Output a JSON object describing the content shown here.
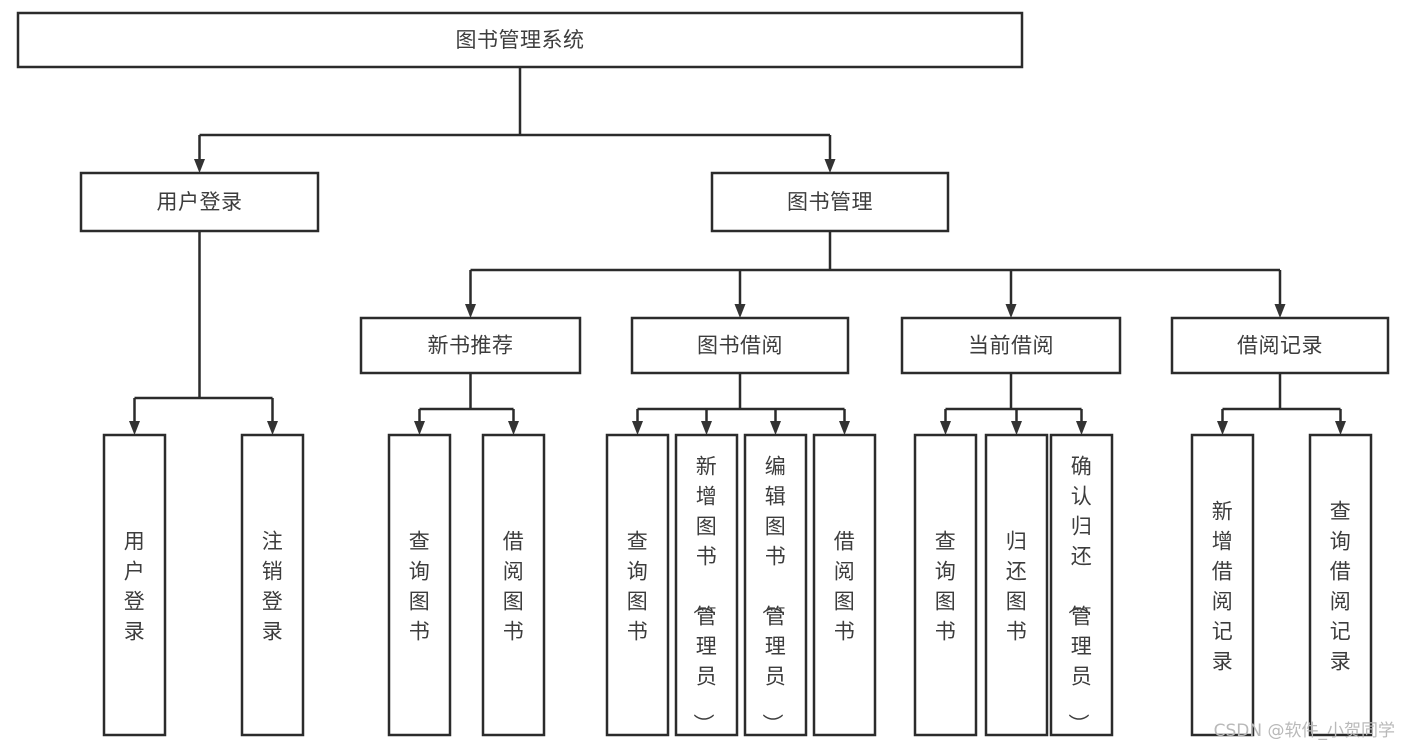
{
  "diagram": {
    "type": "tree-hierarchy-chart",
    "title": "图书管理系统",
    "orientation": "top-down",
    "colors": {
      "box_stroke": "#2b2b2b",
      "box_fill": "#ffffff",
      "connector": "#2b2b2b",
      "label_text": "#3d3d3d",
      "background": "#ffffff",
      "watermark": "#b9b9b9"
    },
    "nodes": {
      "root": {
        "label": "图书管理系统",
        "level": 0,
        "orientation": "horizontal"
      },
      "l1_user_login": {
        "label": "用户登录",
        "level": 1,
        "orientation": "horizontal"
      },
      "l1_book_mgmt": {
        "label": "图书管理",
        "level": 1,
        "orientation": "horizontal"
      },
      "l2_new_book_rec": {
        "label": "新书推荐",
        "level": 2,
        "orientation": "horizontal"
      },
      "l2_book_borrow": {
        "label": "图书借阅",
        "level": 2,
        "orientation": "horizontal"
      },
      "l2_current_borrow": {
        "label": "当前借阅",
        "level": 2,
        "orientation": "horizontal"
      },
      "l2_borrow_record": {
        "label": "借阅记录",
        "level": 2,
        "orientation": "horizontal"
      },
      "l3_a1": {
        "label": "用户登录",
        "level": 3,
        "orientation": "vertical"
      },
      "l3_a2": {
        "label": "注销登录",
        "level": 3,
        "orientation": "vertical"
      },
      "l3_b1": {
        "label": "查询图书",
        "level": 3,
        "orientation": "vertical"
      },
      "l3_b2": {
        "label": "借阅图书",
        "level": 3,
        "orientation": "vertical"
      },
      "l3_c1": {
        "label": "查询图书",
        "level": 3,
        "orientation": "vertical"
      },
      "l3_c2": {
        "label": "新增图书（管理员）",
        "level": 3,
        "orientation": "vertical"
      },
      "l3_c3": {
        "label": "编辑图书（管理员）",
        "level": 3,
        "orientation": "vertical"
      },
      "l3_c4": {
        "label": "借阅图书",
        "level": 3,
        "orientation": "vertical"
      },
      "l3_d1": {
        "label": "查询图书",
        "level": 3,
        "orientation": "vertical"
      },
      "l3_d2": {
        "label": "归还图书",
        "level": 3,
        "orientation": "vertical"
      },
      "l3_d3": {
        "label": "确认归还（管理员）",
        "level": 3,
        "orientation": "vertical"
      },
      "l3_e1": {
        "label": "新增借阅记录",
        "level": 3,
        "orientation": "vertical"
      },
      "l3_e2": {
        "label": "查询借阅记录",
        "level": 3,
        "orientation": "vertical"
      }
    },
    "edges": [
      {
        "from": "root",
        "to": "l1_user_login"
      },
      {
        "from": "root",
        "to": "l1_book_mgmt"
      },
      {
        "from": "l1_user_login",
        "to": "l3_a1"
      },
      {
        "from": "l1_user_login",
        "to": "l3_a2"
      },
      {
        "from": "l1_book_mgmt",
        "to": "l2_new_book_rec"
      },
      {
        "from": "l1_book_mgmt",
        "to": "l2_book_borrow"
      },
      {
        "from": "l1_book_mgmt",
        "to": "l2_current_borrow"
      },
      {
        "from": "l1_book_mgmt",
        "to": "l2_borrow_record"
      },
      {
        "from": "l2_new_book_rec",
        "to": "l3_b1"
      },
      {
        "from": "l2_new_book_rec",
        "to": "l3_b2"
      },
      {
        "from": "l2_book_borrow",
        "to": "l3_c1"
      },
      {
        "from": "l2_book_borrow",
        "to": "l3_c2"
      },
      {
        "from": "l2_book_borrow",
        "to": "l3_c3"
      },
      {
        "from": "l2_book_borrow",
        "to": "l3_c4"
      },
      {
        "from": "l2_current_borrow",
        "to": "l3_d1"
      },
      {
        "from": "l2_current_borrow",
        "to": "l3_d2"
      },
      {
        "from": "l2_current_borrow",
        "to": "l3_d3"
      },
      {
        "from": "l2_borrow_record",
        "to": "l3_e1"
      },
      {
        "from": "l2_borrow_record",
        "to": "l3_e2"
      }
    ]
  },
  "watermark": {
    "text": "CSDN @软件_小贺同学"
  }
}
